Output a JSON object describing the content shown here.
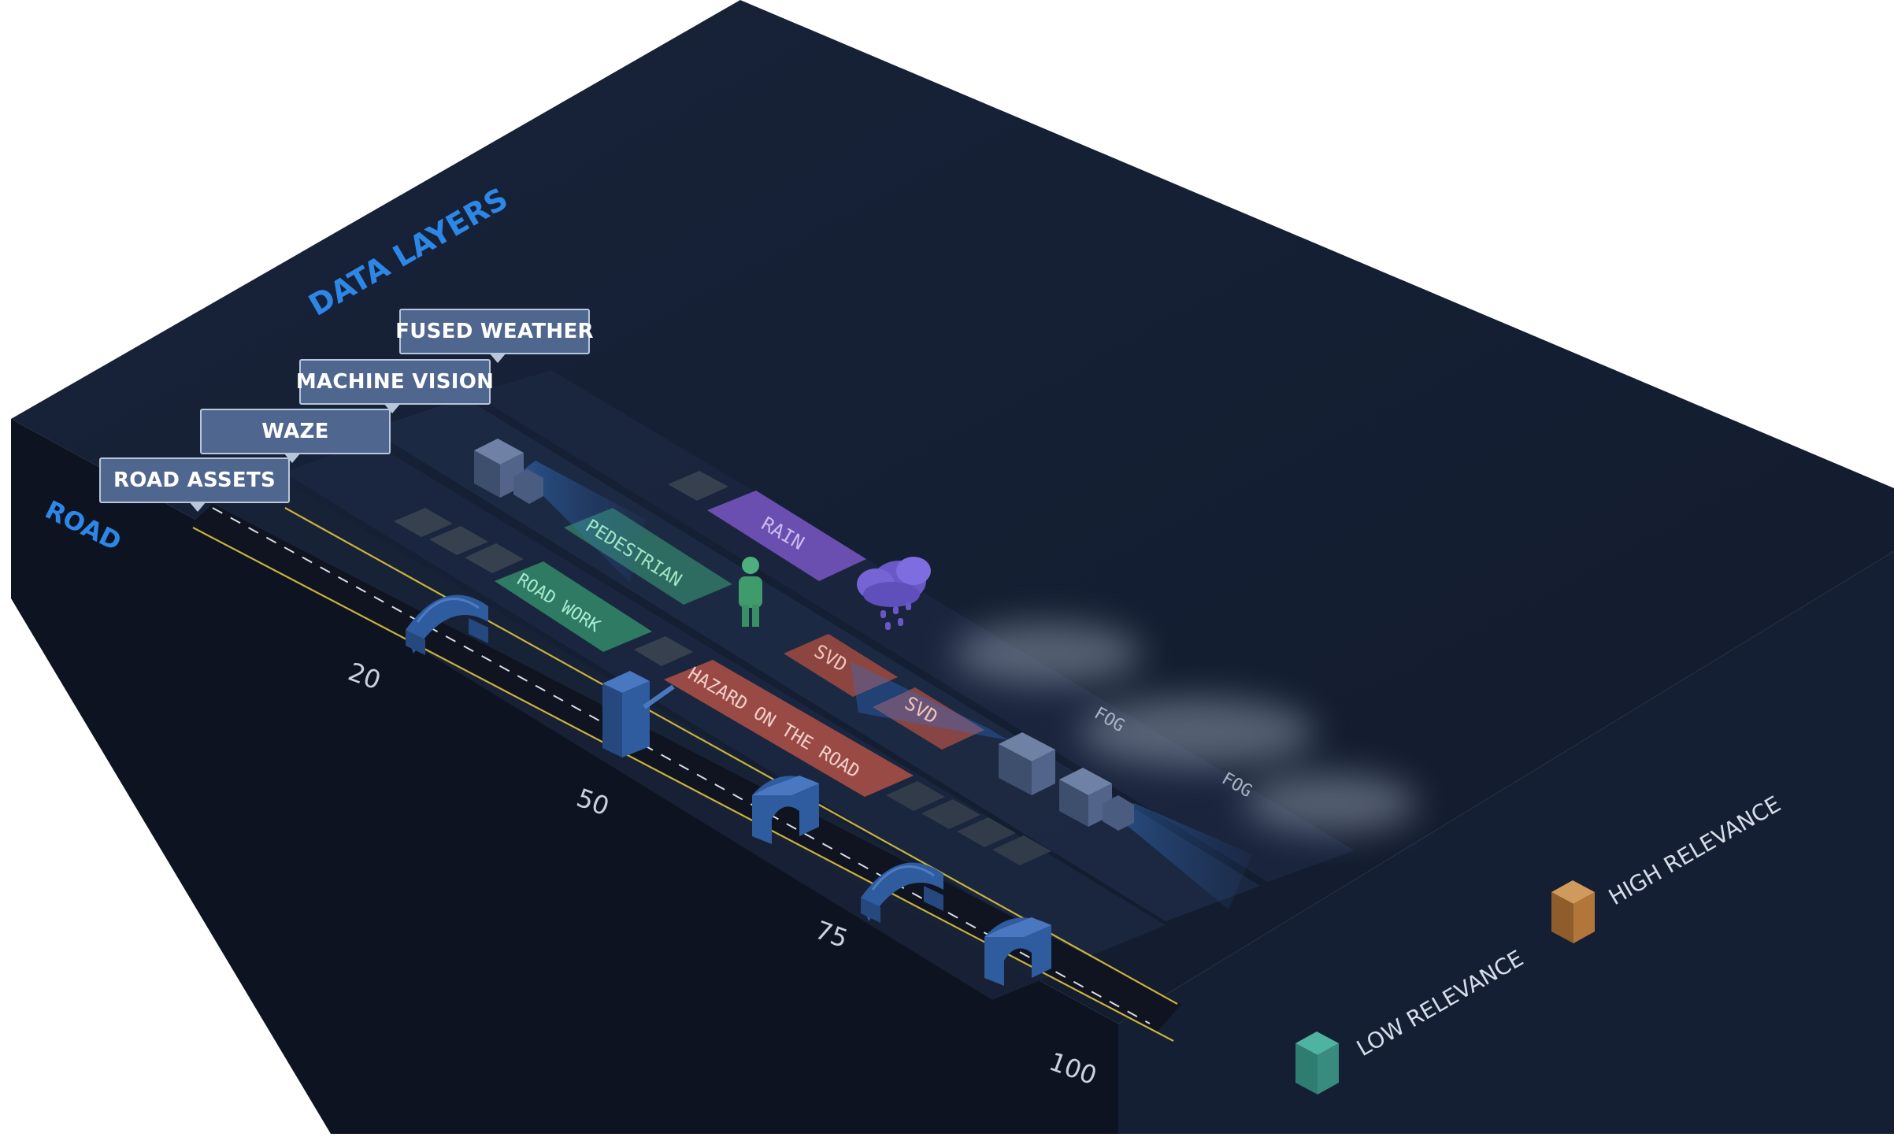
{
  "title": "DATA LAYERS",
  "road_label": "ROAD",
  "layer_tags": [
    "ROAD ASSETS",
    "WAZE",
    "MACHINE VISION",
    "FUSED WEATHER"
  ],
  "events": {
    "rain": "RAIN",
    "pedestrian": "PEDESTRIAN",
    "road_work": "ROAD WORK",
    "svd": "SVD",
    "hazard": "HAZARD ON THE ROAD",
    "fog": "FOG"
  },
  "mile_markers": [
    "20",
    "50",
    "75",
    "100"
  ],
  "legend": {
    "low": "LOW RELEVANCE",
    "high": "HIGH RELEVANCE",
    "low_color": "#3a8b7f",
    "high_color": "#b2763b"
  },
  "colors": {
    "accent_blue": "#2d87e6",
    "rain": "#6b4fb2",
    "road_work": "#2e7a62",
    "hazard": "#9a4a45",
    "icon_blue": "#2f5c9e"
  }
}
